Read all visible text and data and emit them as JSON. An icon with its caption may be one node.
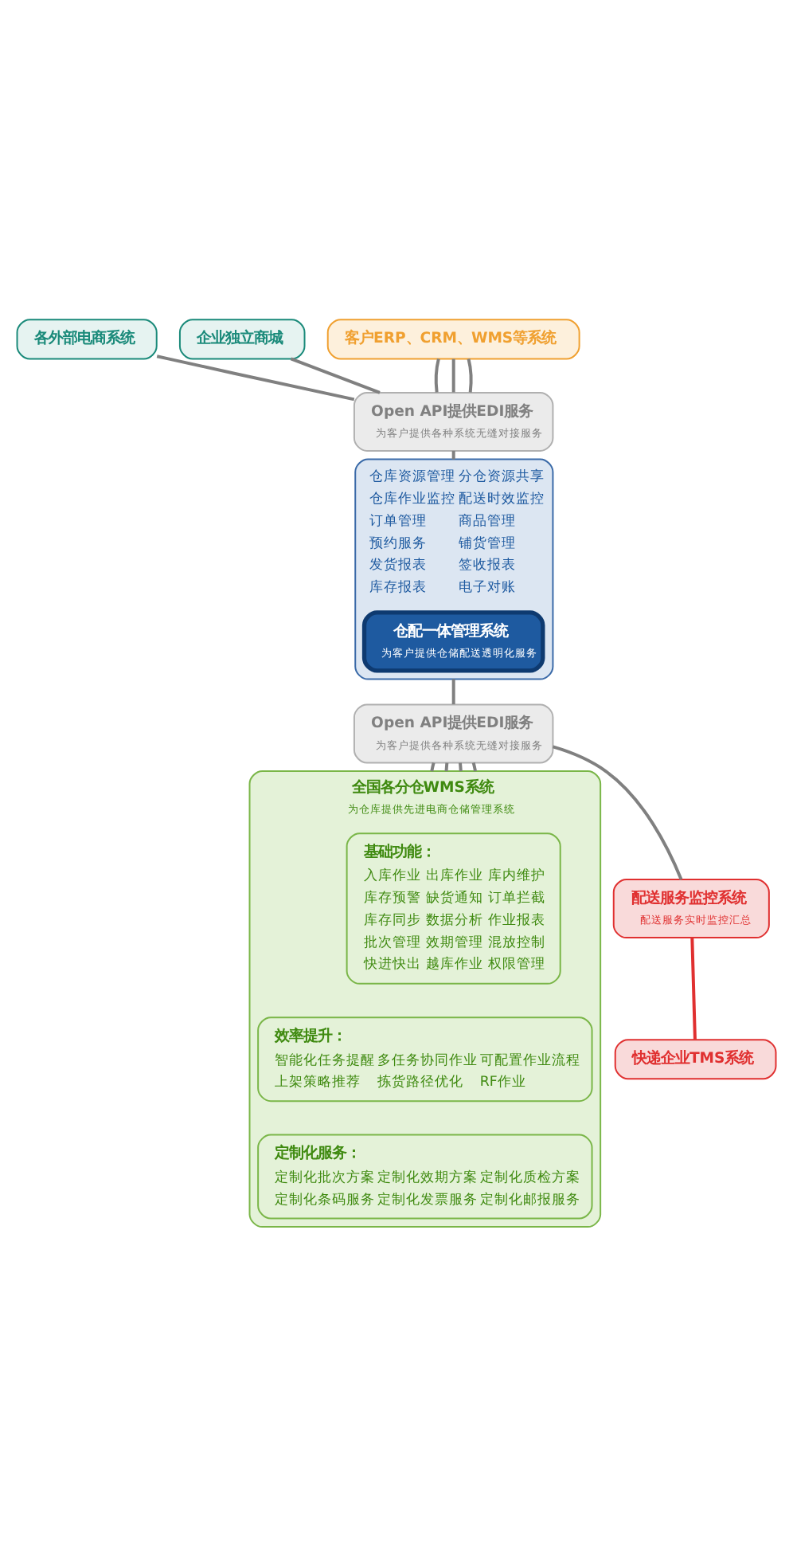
{
  "diagram": {
    "nodes": [
      {
        "text": [
          "各外部电商系统"
        ]
      },
      {
        "text": [
          "企业独立商城"
        ]
      },
      {
        "text": [
          "客户ERP、CRM、WMS等系统"
        ]
      },
      {
        "text": [
          "Open API提供EDI服务",
          "为客户提供各种系统无缝对接服务"
        ]
      },
      {
        "text": [
          "仓库资源管理",
          "分仓资源共享",
          "仓库作业监控",
          "配送时效监控",
          "订单管理",
          "商品管理",
          "预约服务",
          "铺货管理",
          "发货报表",
          "签收报表",
          "库存报表",
          "电子对账"
        ]
      },
      {
        "text": [
          "仓配一体管理系统",
          "为客户提供仓储配送透明化服务"
        ],
        "in": 4
      },
      {
        "text": [
          "Open API提供EDI服务",
          "为客户提供各种系统无缝对接服务"
        ]
      },
      {
        "text": [
          "全国各分仓WMS系统",
          "为仓库提供先进电商仓储管理系统"
        ]
      },
      {
        "text": [
          "基础功能：",
          "入库作业",
          "出库作业",
          "库内维护",
          "库存预警",
          "缺货通知",
          "订单拦截",
          "库存同步",
          "数据分析",
          "作业报表",
          "批次管理",
          "效期管理",
          "混放控制",
          "快进快出",
          "越库作业",
          "权限管理"
        ],
        "in": 7
      },
      {
        "text": [
          "效率提升：",
          "智能化任务提醒",
          "多任务协同作业",
          "可配置作业流程",
          "上架策略推荐",
          "拣货路径优化",
          "RF作业"
        ],
        "in": 7
      },
      {
        "text": [
          "定制化服务：",
          "定制化批次方案",
          "定制化效期方案",
          "定制化质检方案",
          "定制化条码服务",
          "定制化发票服务",
          "定制化邮报服务"
        ],
        "in": 7
      },
      {
        "text": [
          "配送服务监控系统",
          "配送服务实时监控汇总"
        ]
      },
      {
        "text": [
          "快递企业TMS系统"
        ]
      }
    ],
    "edges": [
      {
        "from": 0,
        "to": 3,
        "arrow": "none"
      },
      {
        "from": 1,
        "to": 3,
        "arrow": "none"
      },
      {
        "from": 2,
        "to": 3,
        "arrow": "none"
      },
      {
        "from": 2,
        "to": 3,
        "arrow": "none"
      },
      {
        "from": 2,
        "to": 3,
        "arrow": "none"
      },
      {
        "from": 3,
        "to": 4,
        "arrow": "none"
      },
      {
        "from": 4,
        "to": 6,
        "arrow": "none"
      },
      {
        "from": 6,
        "to": 7,
        "arrow": "none"
      },
      {
        "from": 6,
        "to": 7,
        "arrow": "none"
      },
      {
        "from": 6,
        "to": 7,
        "arrow": "none"
      },
      {
        "from": 6,
        "to": 7,
        "arrow": "none"
      },
      {
        "from": 6,
        "to": 11,
        "arrow": "none"
      },
      {
        "from": 11,
        "to": 12,
        "arrow": "none",
        "color": "#e03030"
      }
    ]
  }
}
